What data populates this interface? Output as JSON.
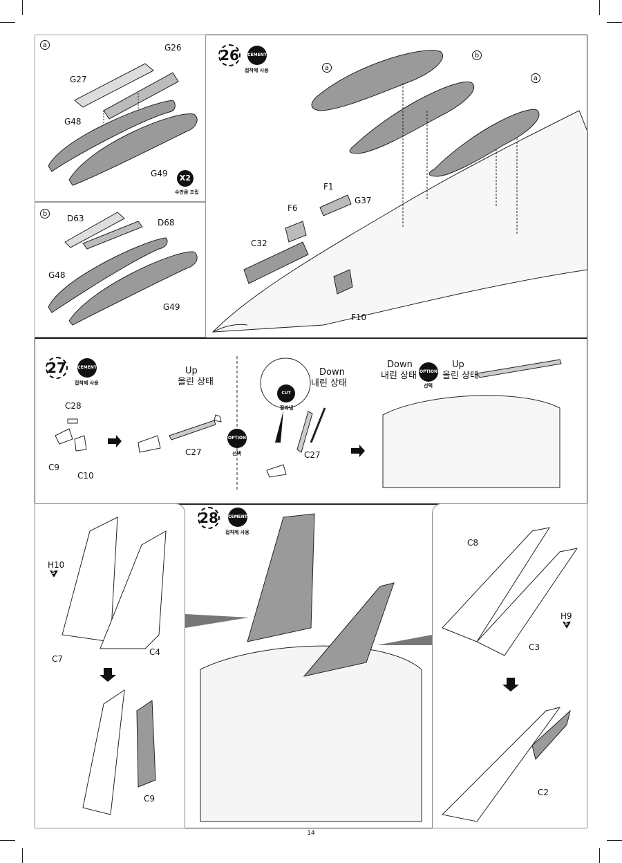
{
  "page": {
    "number": "14"
  },
  "badges": {
    "cement": "CEMENT",
    "cement_kor": "접착제 사용",
    "option": "OPTION",
    "option_kor": "선택",
    "cut": "CUT",
    "cut_kor": "잘라냄",
    "x2": "X2",
    "x2_kor": "수만큼 조립"
  },
  "inset_a": {
    "marker": "a",
    "parts": [
      "G26",
      "G27",
      "G48",
      "G49"
    ]
  },
  "inset_b": {
    "marker": "b",
    "parts": [
      "D63",
      "D68",
      "G48",
      "G49"
    ]
  },
  "step26": {
    "number": "26",
    "markers": [
      "a",
      "b",
      "a"
    ],
    "parts": [
      "F1",
      "F6",
      "G37",
      "C32",
      "F10"
    ]
  },
  "step27": {
    "number": "27",
    "parts": [
      "C28",
      "C9",
      "C10",
      "C27",
      "C27"
    ],
    "up": {
      "en": "Up",
      "kr": "올린 상태"
    },
    "down": {
      "en": "Down",
      "kr": "내린 상태"
    }
  },
  "step28": {
    "number": "28",
    "left_parts": [
      "H10",
      "C7",
      "C4",
      "C9"
    ],
    "left_ref": "5",
    "right_parts": [
      "C8",
      "H9",
      "C3",
      "C2"
    ],
    "right_ref": "5"
  },
  "colors": {
    "part_fill": "#9a9a9a",
    "line": "#222222",
    "badge": "#111111"
  }
}
